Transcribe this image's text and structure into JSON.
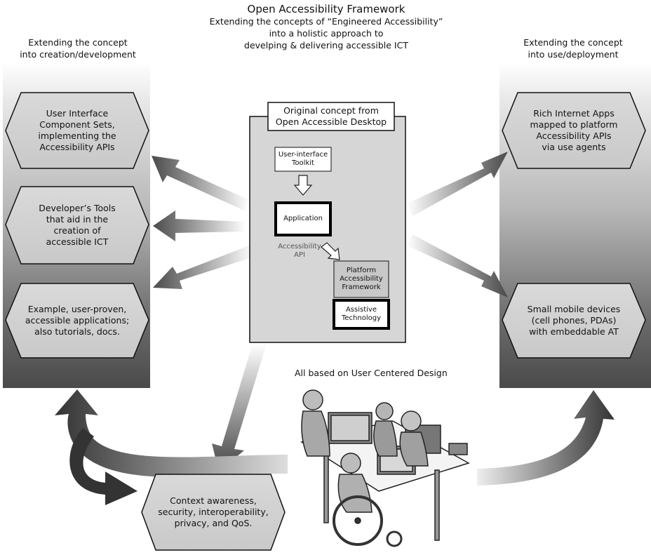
{
  "title": "Open Accessibility Framework",
  "subtitle_lines": [
    "Extending the concepts of “Engineered Accessibility”",
    "into a holistic approach to",
    "develping & delivering accessible ICT"
  ],
  "left_column": {
    "heading_lines": [
      "Extending the concept",
      "into creation/development"
    ],
    "items": [
      {
        "lines": [
          "User Interface",
          "Component Sets,",
          "implementing the",
          "Accessibility APIs"
        ]
      },
      {
        "lines": [
          "Developer’s Tools",
          "that aid in the",
          "creation of",
          "accessible ICT"
        ]
      },
      {
        "lines": [
          "Example, user-proven,",
          "accessible applications;",
          "also tutorials, docs."
        ]
      }
    ]
  },
  "right_column": {
    "heading_lines": [
      "Extending the concept",
      "into use/deployment"
    ],
    "items": [
      {
        "lines": [
          "Rich Internet Apps",
          "mapped to platform",
          "Accessibility APIs",
          "via use agents"
        ]
      },
      {
        "lines": [
          "Small mobile devices",
          "(cell phones, PDAs)",
          "with embeddable AT"
        ]
      }
    ]
  },
  "center_panel": {
    "label_lines": [
      "Original concept from",
      "Open Accessible Desktop"
    ],
    "toolkit_lines": [
      "User-interface",
      "Toolkit"
    ],
    "application": "Application",
    "api_lines": [
      "Accessibility",
      "API"
    ],
    "platform_lines": [
      "Platform",
      "Accessibility",
      "Framework"
    ],
    "assistive_lines": [
      "Assistive",
      "Technology"
    ]
  },
  "ucd_label": "All based on User Centered Design",
  "bottom_item": {
    "lines": [
      "Context awareness,",
      "security, interoperability,",
      "privacy, and QoS."
    ]
  },
  "illustration": {
    "icon": "people-at-workstations-illustration"
  }
}
